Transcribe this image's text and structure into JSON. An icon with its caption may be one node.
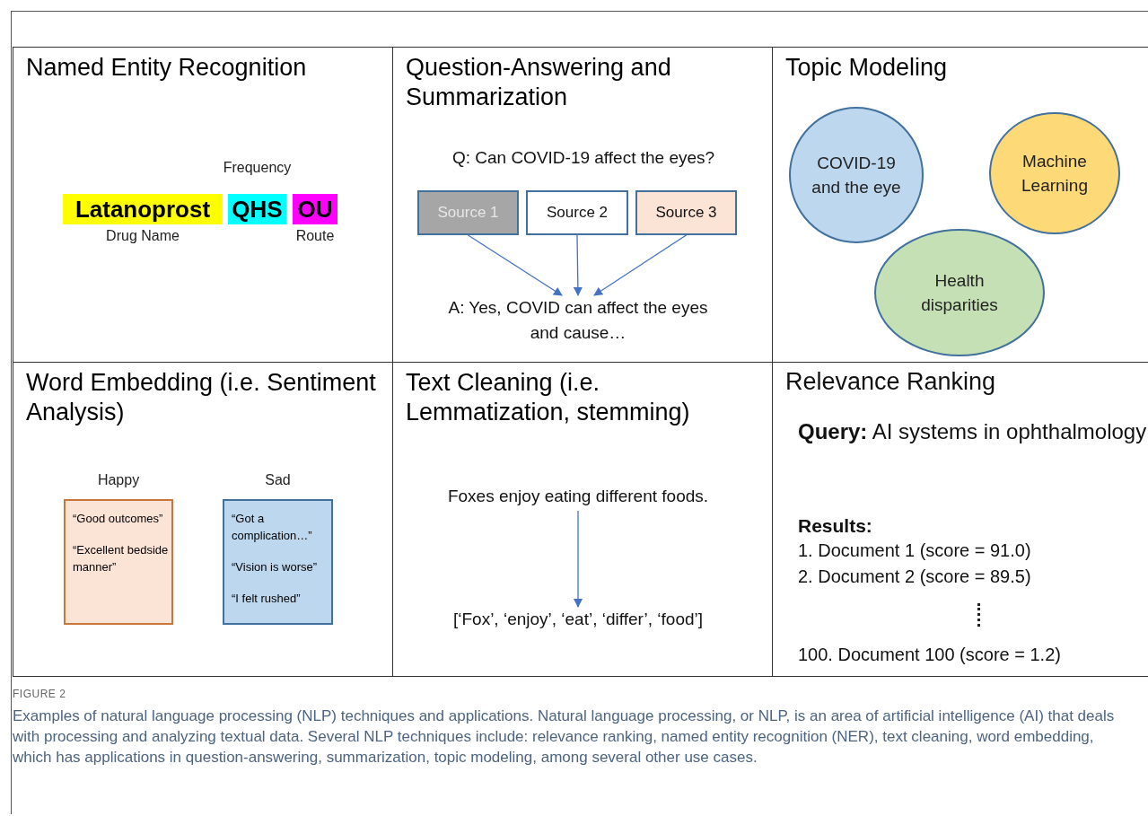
{
  "diagram": {
    "title": "FIGURE 2",
    "caption": "Examples of natural language processing (NLP) techniques and applications. Natural language processing, or NLP, is an area of artificial intelligence (AI) that deals with processing and analyzing textual data. Several NLP techniques include: relevance ranking, named entity recognition (NER), text cleaning, word embedding, which has applications in question-answering, summarization, topic modeling, among several other use cases.",
    "nodes": [
      {
        "text": [
          "Named Entity Recognition"
        ]
      },
      {
        "text": [
          "Latanoprost"
        ],
        "in": 0,
        "beside": [
          "Drug Name"
        ]
      },
      {
        "text": [
          "QHS"
        ],
        "in": 0,
        "beside": [
          "Frequency"
        ]
      },
      {
        "text": [
          "OU"
        ],
        "in": 0,
        "beside": [
          "Route"
        ]
      },
      {
        "text": [
          "Question-Answering and Summarization"
        ]
      },
      {
        "text": [
          "Source 1"
        ],
        "in": 4
      },
      {
        "text": [
          "Source 2"
        ],
        "in": 4
      },
      {
        "text": [
          "Source 3"
        ],
        "in": 4
      },
      {
        "text": [
          "A: Yes, COVID can affect the eyes and cause…"
        ],
        "in": 4
      },
      {
        "text": [
          "Topic Modeling"
        ]
      },
      {
        "text": [
          "COVID-19 and the eye"
        ],
        "in": 9
      },
      {
        "text": [
          "Machine Learning"
        ],
        "in": 9
      },
      {
        "text": [
          "Health disparities"
        ],
        "in": 9
      },
      {
        "text": [
          "Word Embedding (i.e. Sentiment Analysis)"
        ]
      },
      {
        "text": [
          "“Good outcomes”",
          "“Excellent bedside manner”"
        ],
        "in": 13,
        "beside": [
          "Happy"
        ]
      },
      {
        "text": [
          "“Got a complication…”",
          "“Vision is worse”",
          "“I felt rushed”"
        ],
        "in": 13,
        "beside": [
          "Sad"
        ]
      },
      {
        "text": [
          "Text Cleaning (i.e. Lemmatization, stemming)"
        ]
      },
      {
        "text": [
          "Foxes enjoy eating different foods."
        ],
        "in": 16
      },
      {
        "text": [
          "[‘Fox’, ‘enjoy’, ‘eat’, ‘differ’, ‘food’]"
        ],
        "in": 16
      },
      {
        "text": [
          "Relevance Ranking",
          "**Query:** AI systems in ophthalmology",
          "Results:",
          "1. Document 1 (score = 91.0)",
          "2. Document 2 (score = 89.5)",
          "100. Document 100 (score = 1.2)"
        ]
      }
    ],
    "edges": [
      {
        "from": 5,
        "to": 8,
        "arrow": "to"
      },
      {
        "from": 6,
        "to": 8,
        "arrow": "to"
      },
      {
        "from": 7,
        "to": 8,
        "arrow": "to"
      },
      {
        "from": 17,
        "to": 18,
        "arrow": "to"
      }
    ],
    "labels": [
      "Q: Can COVID-19 affect the eyes?"
    ]
  }
}
